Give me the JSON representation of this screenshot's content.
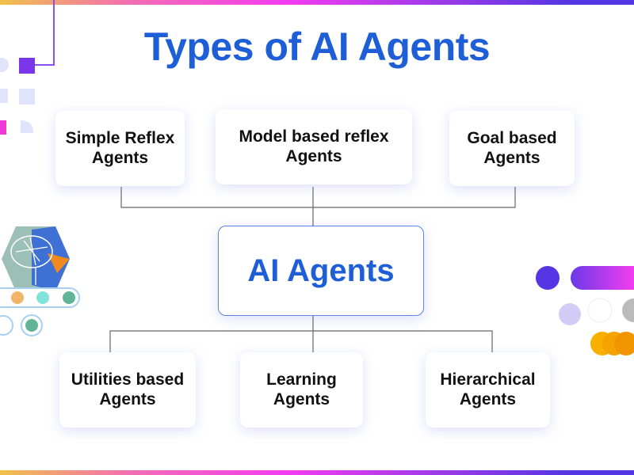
{
  "title": "Types of AI Agents",
  "center": "AI Agents",
  "top_agents": [
    "Simple Reflex\nAgents",
    "Model based reflex\nAgents",
    "Goal based\nAgents"
  ],
  "bottom_agents": [
    "Utilities based\nAgents",
    "Learning\nAgents",
    "Hierarchical\nAgents"
  ],
  "colors": {
    "title": "#1e5fd8",
    "accent_purple": "#5436e4",
    "accent_pink": "#f43cf0",
    "accent_orange": "#f5a300"
  }
}
